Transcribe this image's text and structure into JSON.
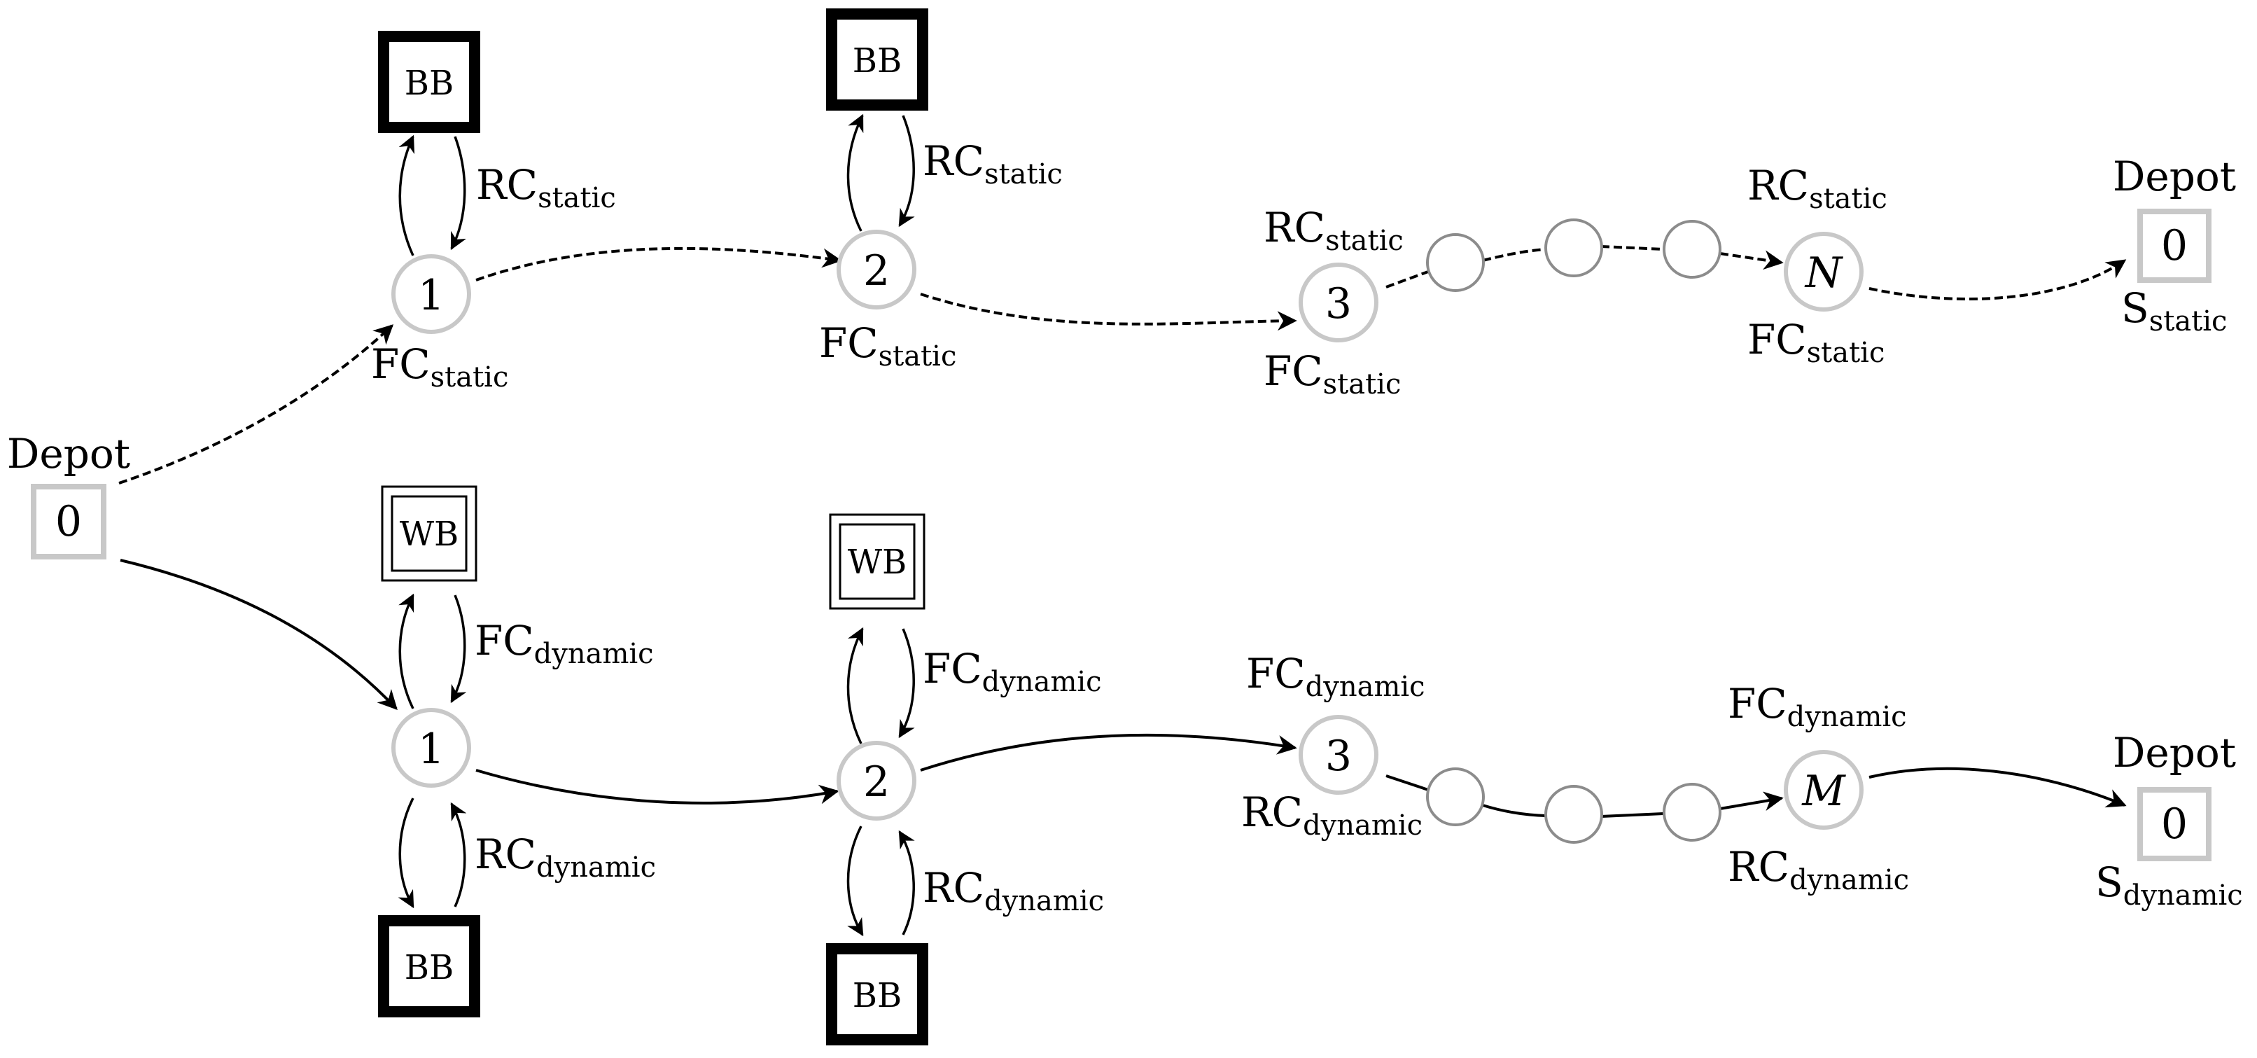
{
  "depot": {
    "label": "Depot",
    "value": "0"
  },
  "static_route": {
    "nodes": [
      "1",
      "2",
      "3",
      "N"
    ],
    "end": {
      "label": "Depot",
      "value": "0",
      "s_main": "S",
      "s_sub": "static"
    },
    "bins": [
      "BB",
      "BB"
    ],
    "labels": {
      "rc_main": "RC",
      "fc_main": "FC",
      "sub": "static"
    }
  },
  "dynamic_route": {
    "nodes": [
      "1",
      "2",
      "3",
      "M"
    ],
    "end": {
      "label": "Depot",
      "value": "0",
      "s_main": "S",
      "s_sub": "dynamic"
    },
    "white_bins": [
      "WB",
      "WB"
    ],
    "black_bins": [
      "BB",
      "BB"
    ],
    "labels": {
      "rc_main": "RC",
      "fc_main": "FC",
      "sub": "dynamic"
    }
  }
}
